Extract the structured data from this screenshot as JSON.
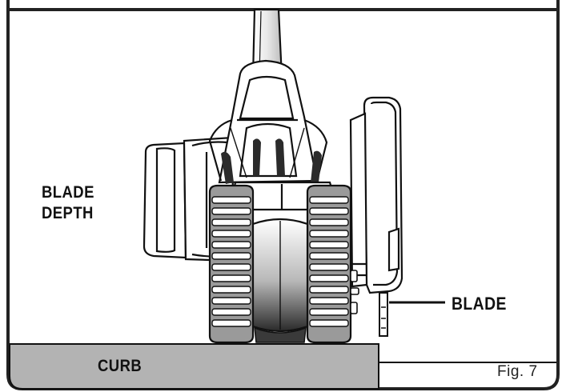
{
  "labels": {
    "blade_depth_line1": "BLADE",
    "blade_depth_line2": "DEPTH",
    "blade": "BLADE",
    "curb": "CURB",
    "figure": "Fig. 7"
  },
  "colors": {
    "frame": "#222222",
    "curb_fill": "#b3b3b3",
    "outline": "#111111",
    "wheel_gray": "#9a9a9a"
  }
}
